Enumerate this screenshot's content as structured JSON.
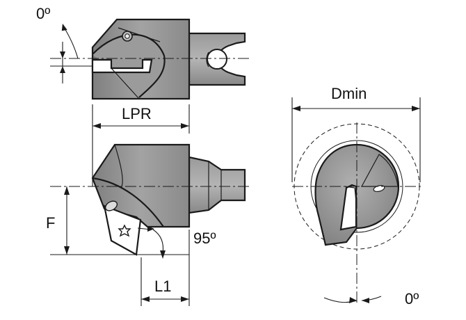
{
  "labels": {
    "top_angle": "0º",
    "lpr": "LPR",
    "f": "F",
    "angle_95": "95º",
    "l1": "L1",
    "dmin": "Dmin",
    "bottom_angle": "0º"
  },
  "colors": {
    "body_fill": "#8c8c8c",
    "body_light": "#a6a6a6",
    "body_dark": "#6e6e6e",
    "insert_fill": "#ffffff",
    "line": "#1a1a1a"
  }
}
